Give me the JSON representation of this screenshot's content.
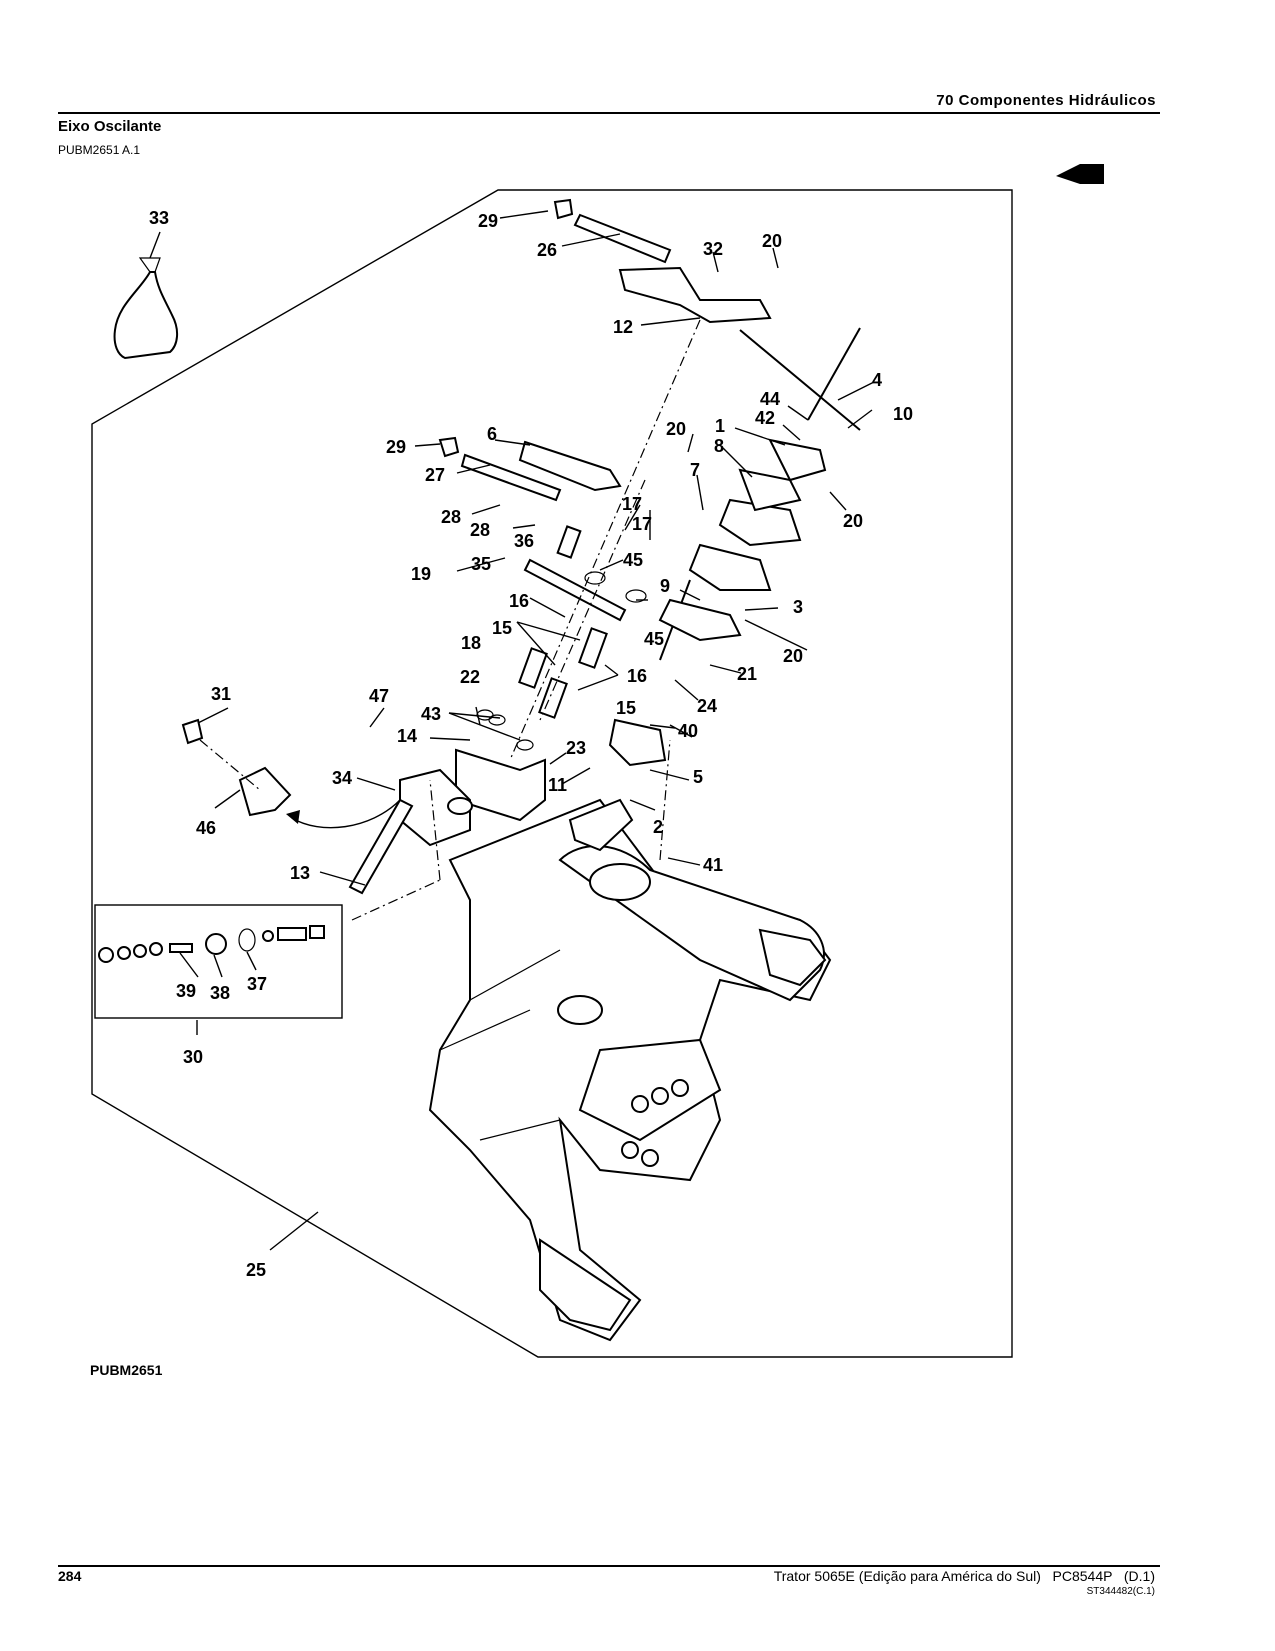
{
  "header": {
    "section": "70 Componentes Hidráulicos"
  },
  "page": {
    "heading": "Eixo Oscilante",
    "ref_code": "PUBM2651 A.1",
    "figure_caption": "PUBM2651"
  },
  "footer": {
    "page_number": "284",
    "document": "Trator 5065E (Edição para América do Sul)   PC8544P   (D.1)",
    "sub": "ST344482(C.1)"
  },
  "diagram": {
    "callouts": [
      "1",
      "2",
      "3",
      "4",
      "5",
      "6",
      "7",
      "8",
      "9",
      "10",
      "11",
      "12",
      "13",
      "14",
      "15",
      "16",
      "17",
      "18",
      "19",
      "20",
      "21",
      "22",
      "23",
      "24",
      "25",
      "26",
      "27",
      "28",
      "29",
      "30",
      "31",
      "32",
      "33",
      "34",
      "35",
      "36",
      "37",
      "38",
      "39",
      "40",
      "41",
      "42",
      "43",
      "44",
      "45",
      "46",
      "47"
    ]
  }
}
